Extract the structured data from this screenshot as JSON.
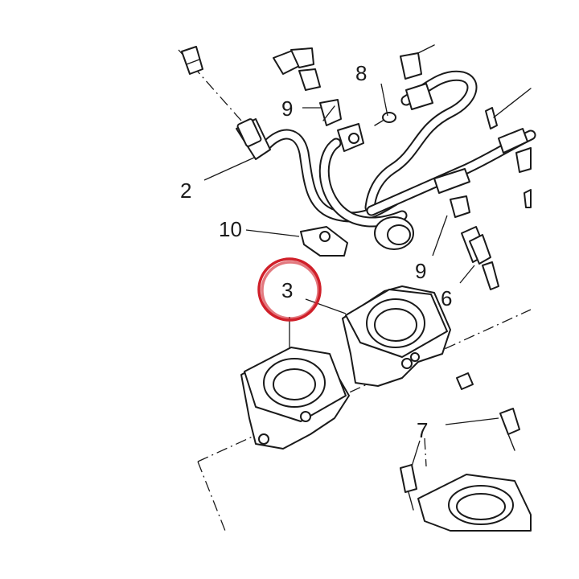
{
  "diagram": {
    "callouts": {
      "c2": "2",
      "c3": "3",
      "c6": "6",
      "c7": "7",
      "c8": "8",
      "c9a": "9",
      "c9b": "9",
      "c10": "10"
    },
    "highlight_color": "#d0202a",
    "line_color": "#1a1a1a"
  }
}
